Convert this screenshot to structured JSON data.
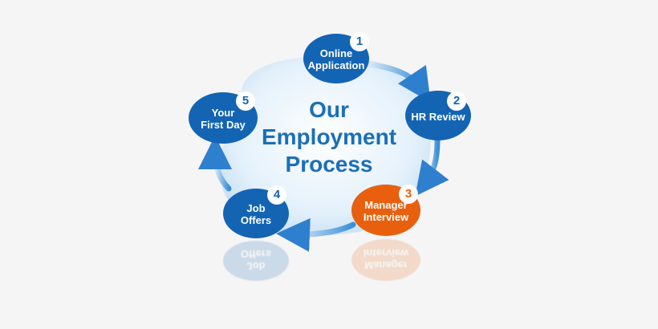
{
  "title_lines": [
    "Our",
    "Employment",
    "Process"
  ],
  "colors": {
    "step_blue": "#1464b4",
    "step_highlight": "#e8600e",
    "title_blue": "#1b6fb8",
    "ring_light": "#cfe6f7",
    "arrow_blue": "#3c8fd8"
  },
  "steps": [
    {
      "number": "1",
      "label": "Online\nApplication",
      "highlight": false
    },
    {
      "number": "2",
      "label": "HR Review",
      "highlight": false
    },
    {
      "number": "3",
      "label": "Manager\nInterview",
      "highlight": true
    },
    {
      "number": "4",
      "label": "Job\nOffers",
      "highlight": false
    },
    {
      "number": "5",
      "label": "Your\nFirst Day",
      "highlight": false
    }
  ]
}
